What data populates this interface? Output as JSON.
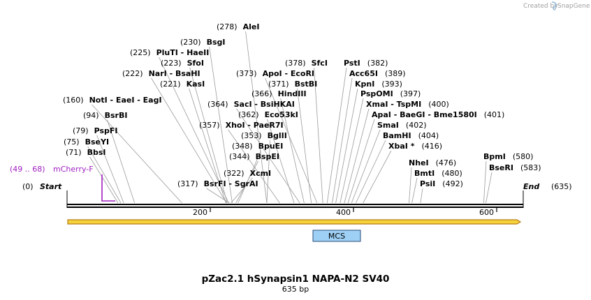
{
  "credit": "Created by",
  "brand": "SnapGene",
  "title": "pZac2.1 hSynapsin1 NAPA-N2 SV40",
  "length_label": "635 bp",
  "sequence_length": 635,
  "start_label": "Start",
  "start_pos": "(0)",
  "end_label": "End",
  "end_pos": "(635)",
  "ruler_ticks": [
    "200",
    "400",
    "600"
  ],
  "feature_primer": {
    "range": "(49 .. 68)",
    "name": "mCherry-F"
  },
  "feature_mcs": "MCS",
  "sites": [
    {
      "pos": "(278)",
      "parts": [
        "AleI"
      ],
      "cut": 278
    },
    {
      "pos": "(230)",
      "parts": [
        "BsgI"
      ],
      "cut": 230
    },
    {
      "pos": "(225)",
      "parts": [
        "PluTI",
        "HaeII"
      ],
      "cut": 225
    },
    {
      "pos": "(223)",
      "parts": [
        "SfoI"
      ],
      "cut": 223
    },
    {
      "pos": "(222)",
      "parts": [
        "NarI",
        "BsaHI"
      ],
      "cut": 222
    },
    {
      "pos": "(221)",
      "parts": [
        "KasI"
      ],
      "cut": 221
    },
    {
      "pos": "(160)",
      "parts": [
        "NotI",
        "EaeI",
        "EagI"
      ],
      "cut": 160
    },
    {
      "pos": "(94)",
      "parts": [
        "BsrBI"
      ],
      "cut": 94
    },
    {
      "pos": "(79)",
      "parts": [
        "PspFI"
      ],
      "cut": 79
    },
    {
      "pos": "(75)",
      "parts": [
        "BseYI"
      ],
      "cut": 75
    },
    {
      "pos": "(71)",
      "parts": [
        "BbsI"
      ],
      "cut": 71
    },
    {
      "pos": "(317)",
      "parts": [
        "BsrFI",
        "SgrAI"
      ],
      "cut": 226
    },
    {
      "pos": "(322)",
      "parts": [
        "XcmI"
      ],
      "cut": 228
    },
    {
      "pos": "(344)",
      "parts": [
        "BspEI"
      ],
      "cut": 235
    },
    {
      "pos": "(348)",
      "parts": [
        "BpuEI"
      ],
      "cut": 238
    },
    {
      "pos": "(353)",
      "parts": [
        "BglII"
      ],
      "cut": 278
    },
    {
      "pos": "(357)",
      "parts": [
        "XhoI",
        "PaeR7I"
      ],
      "cut": 296
    },
    {
      "pos": "(362)",
      "parts": [
        "Eco53kI"
      ],
      "cut": 316
    },
    {
      "pos": "(364)",
      "parts": [
        "SacI",
        "BsiHKAI"
      ],
      "cut": 324
    },
    {
      "pos": "(366)",
      "parts": [
        "HindIII"
      ],
      "cut": 330
    },
    {
      "pos": "(371)",
      "parts": [
        "BstBI"
      ],
      "cut": 340
    },
    {
      "pos": "(373)",
      "parts": [
        "ApoI",
        "EcoRI"
      ],
      "cut": 348
    },
    {
      "pos": "(378)",
      "parts": [
        "SfcI"
      ],
      "cut": 356
    },
    {
      "pos": "(382)",
      "parts": [
        "PstI"
      ],
      "cut": 362
    },
    {
      "pos": "(389)",
      "parts": [
        "Acc65I"
      ],
      "cut": 369
    },
    {
      "pos": "(393)",
      "parts": [
        "KpnI"
      ],
      "cut": 374
    },
    {
      "pos": "(397)",
      "parts": [
        "PspOMI"
      ],
      "cut": 380
    },
    {
      "pos": "(400)",
      "parts": [
        "XmaI",
        "TspMI"
      ],
      "cut": 386
    },
    {
      "pos": "(401)",
      "parts": [
        "ApaI",
        "BaeGI",
        "Bme1580I"
      ],
      "cut": 391
    },
    {
      "pos": "(402)",
      "parts": [
        "SmaI"
      ],
      "cut": 396
    },
    {
      "pos": "(404)",
      "parts": [
        "BamHI"
      ],
      "cut": 402
    },
    {
      "pos": "(416)",
      "parts": [
        "XbaI *"
      ],
      "cut": 412
    },
    {
      "pos": "(476)",
      "parts": [
        "NheI"
      ],
      "cut": 476
    },
    {
      "pos": "(480)",
      "parts": [
        "BmtI"
      ],
      "cut": 480
    },
    {
      "pos": "(492)",
      "parts": [
        "PsiI"
      ],
      "cut": 492
    },
    {
      "pos": "(580)",
      "parts": [
        "BpmI"
      ],
      "cut": 580
    },
    {
      "pos": "(583)",
      "parts": [
        "BseRI"
      ],
      "cut": 583
    }
  ],
  "colors": {
    "backbone": "#000000",
    "primer": "#a020c0",
    "arrow_fill": "#f5d33a",
    "arrow_edge": "#b87a18",
    "mcs_fill": "#9ed0f5",
    "mcs_edge": "#2a4d7a",
    "leader": "#9a9a9a"
  },
  "icons": [
    "snapgene-logo-icon"
  ]
}
